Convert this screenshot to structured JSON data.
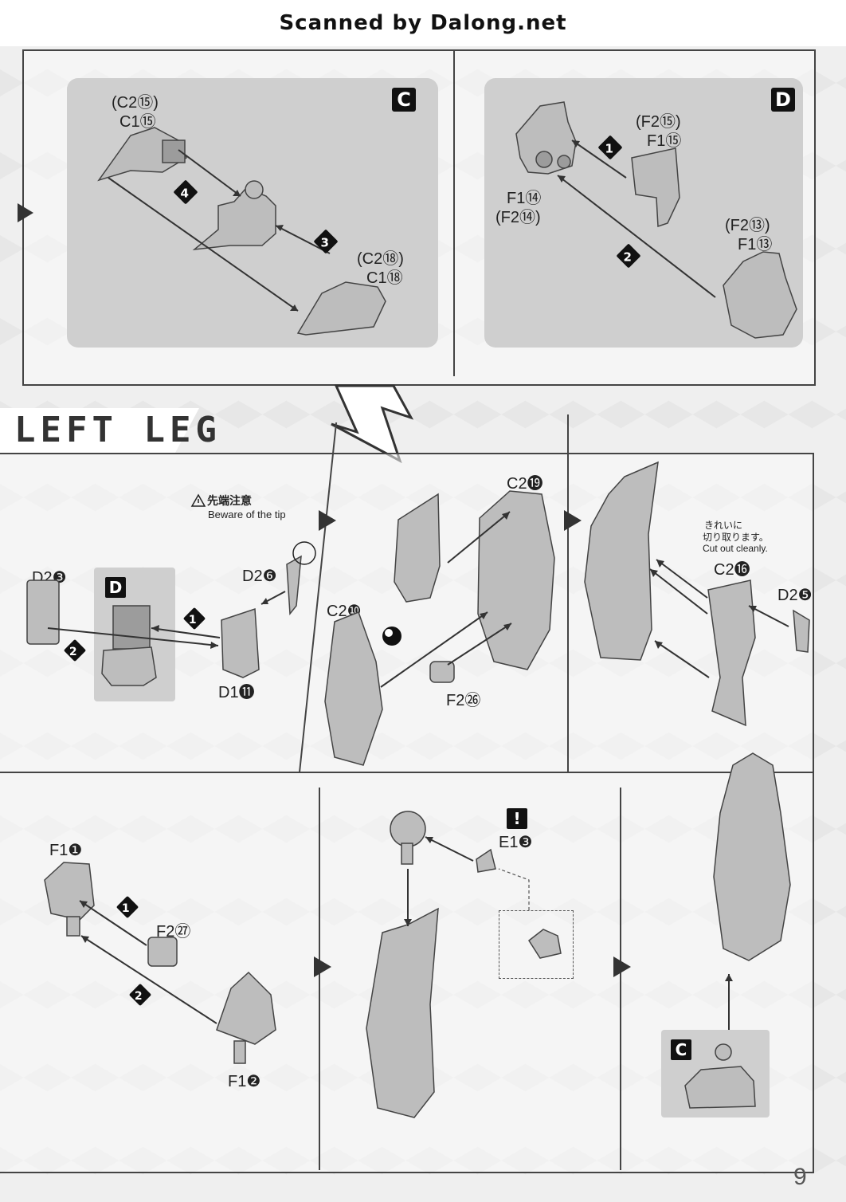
{
  "header": {
    "scan_credit": "Scanned by Dalong.net"
  },
  "top_section": {
    "panel_c": {
      "badge": "C",
      "labels": [
        "(C2⑮)",
        "C1⑮",
        "(C2⑱)",
        "C1⑱"
      ],
      "steps": [
        "4",
        "3"
      ]
    },
    "panel_d": {
      "badge": "D",
      "labels": [
        "(F2⑮)",
        "F1⑮",
        "F1⑭",
        "(F2⑭)",
        "(F2⑬)",
        "F1⑬"
      ],
      "steps": [
        "1",
        "2"
      ]
    }
  },
  "left_leg": {
    "title": "LEFT LEG",
    "step1": {
      "caution_jp": "先端注意",
      "caution_en": "Beware of the tip",
      "inset_badge": "D",
      "labels": [
        "D2❸",
        "D2❻",
        "D1⓫"
      ],
      "steps": [
        "1",
        "2"
      ]
    },
    "step2": {
      "labels": [
        "C2⓳",
        "C2❿",
        "F2㉖"
      ]
    },
    "step3": {
      "note_jp_line1": "きれいに",
      "note_jp_line2": "切り取ります。",
      "note_en": "Cut out cleanly.",
      "labels": [
        "C2⓰",
        "D2❺"
      ]
    },
    "step4": {
      "labels": [
        "F1❶",
        "F2㉗",
        "F1❷"
      ],
      "steps": [
        "1",
        "2"
      ]
    },
    "step5": {
      "warning": "!",
      "labels": [
        "E1❸"
      ]
    },
    "step6": {
      "inset_badge": "C"
    }
  },
  "footer": {
    "page_number": "9"
  }
}
